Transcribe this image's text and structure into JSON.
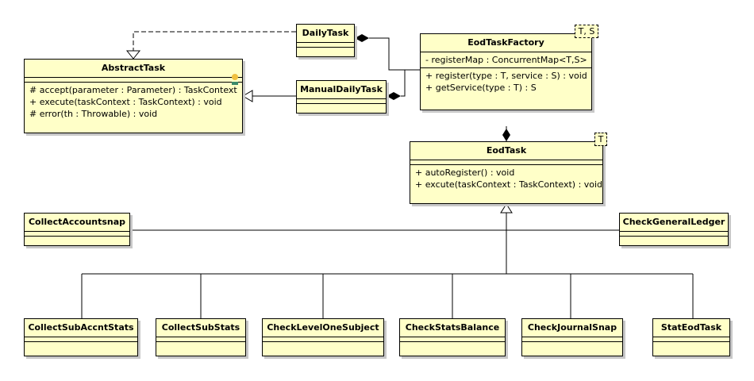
{
  "classes": {
    "abstract_task": {
      "name": "AbstractTask",
      "attributes": [],
      "operations": [
        "# accept(parameter : Parameter) : TaskContext",
        "+ execute(taskContext : TaskContext) : void",
        "# error(th : Throwable) : void"
      ]
    },
    "daily_task": {
      "name": "DailyTask"
    },
    "manual_daily_task": {
      "name": "ManualDailyTask"
    },
    "eod_task_factory": {
      "name": "EodTaskFactory",
      "type_params": "T, S",
      "attributes": [
        "- registerMap : ConcurrentMap<T,S>"
      ],
      "operations": [
        "+ register(type : T, service : S) : void",
        "+ getService(type : T) : S"
      ]
    },
    "eod_task": {
      "name": "EodTask",
      "type_params": "T",
      "attributes": [],
      "operations": [
        "+ autoRegister() : void",
        "+ excute(taskContext : TaskContext) : void"
      ]
    },
    "collect_accountsnap": {
      "name": "CollectAccountsnap"
    },
    "check_general_ledger": {
      "name": "CheckGeneralLedger"
    },
    "collect_sub_accnt_stats": {
      "name": "CollectSubAccntStats"
    },
    "collect_sub_stats": {
      "name": "CollectSubStats"
    },
    "check_level_one_subject": {
      "name": "CheckLevelOneSubject"
    },
    "check_stats_balance": {
      "name": "CheckStatsBalance"
    },
    "check_journal_snap": {
      "name": "CheckJournalSnap"
    },
    "stat_eod_task": {
      "name": "StatEodTask"
    }
  },
  "colors": {
    "class_fill": "#ffffc8",
    "border": "#000000",
    "shadow": "#c8c8c8"
  }
}
